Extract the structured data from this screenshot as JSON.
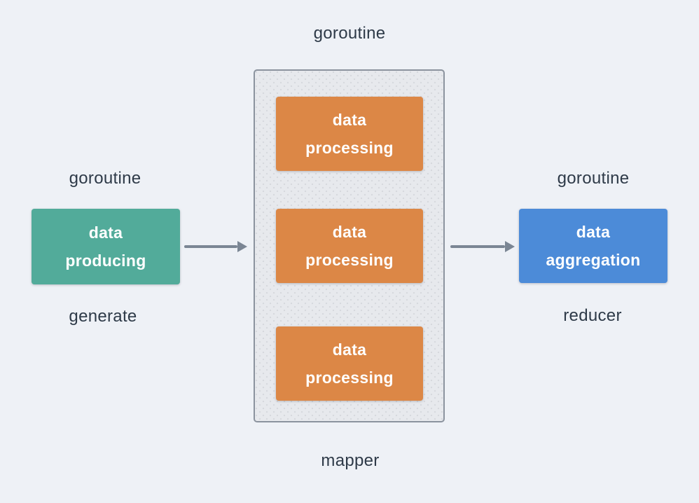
{
  "colors": {
    "background": "#eef1f6",
    "label_text": "#2e3a48",
    "node_text": "#ffffff",
    "producer_fill": "#52ab9a",
    "worker_fill": "#dc8746",
    "reducer_fill": "#4c8bd8",
    "container_fill": "#e7e9ed",
    "container_border": "#8b939e",
    "arrow": "#7b8694"
  },
  "producer": {
    "goroutine_label": "goroutine",
    "node_label": "data\nproducing",
    "role_label": "generate"
  },
  "mapper_group": {
    "goroutine_label": "goroutine",
    "role_label": "mapper",
    "workers": [
      {
        "label": "data\nprocessing"
      },
      {
        "label": "data\nprocessing"
      },
      {
        "label": "data\nprocessing"
      }
    ]
  },
  "reducer": {
    "goroutine_label": "goroutine",
    "node_label": "data\naggregation",
    "role_label": "reducer"
  }
}
